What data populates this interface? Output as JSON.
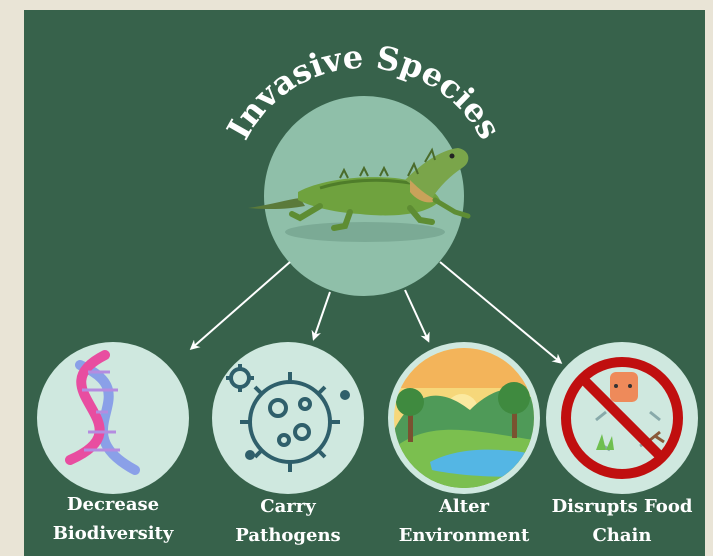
{
  "title": "Invasive Species",
  "colors": {
    "panel_bg": "#37624b",
    "page_bg": "#e9e4d6",
    "center_circle": "#8fbfa9",
    "node_circle": "#cfe8df",
    "arrow": "#ffffff",
    "text": "#ffffff"
  },
  "center": {
    "image": "iguana-illustration"
  },
  "effects": [
    {
      "icon": "dna-helix-icon",
      "lines": [
        "Decrease",
        "Biodiversity"
      ]
    },
    {
      "icon": "pathogen-virus-icon",
      "lines": [
        "Carry",
        "Pathogens"
      ]
    },
    {
      "icon": "landscape-environment-icon",
      "lines": [
        "Alter",
        "Environment"
      ]
    },
    {
      "icon": "no-food-chain-icon",
      "lines": [
        "Disrupts Food",
        "Chain"
      ]
    }
  ]
}
